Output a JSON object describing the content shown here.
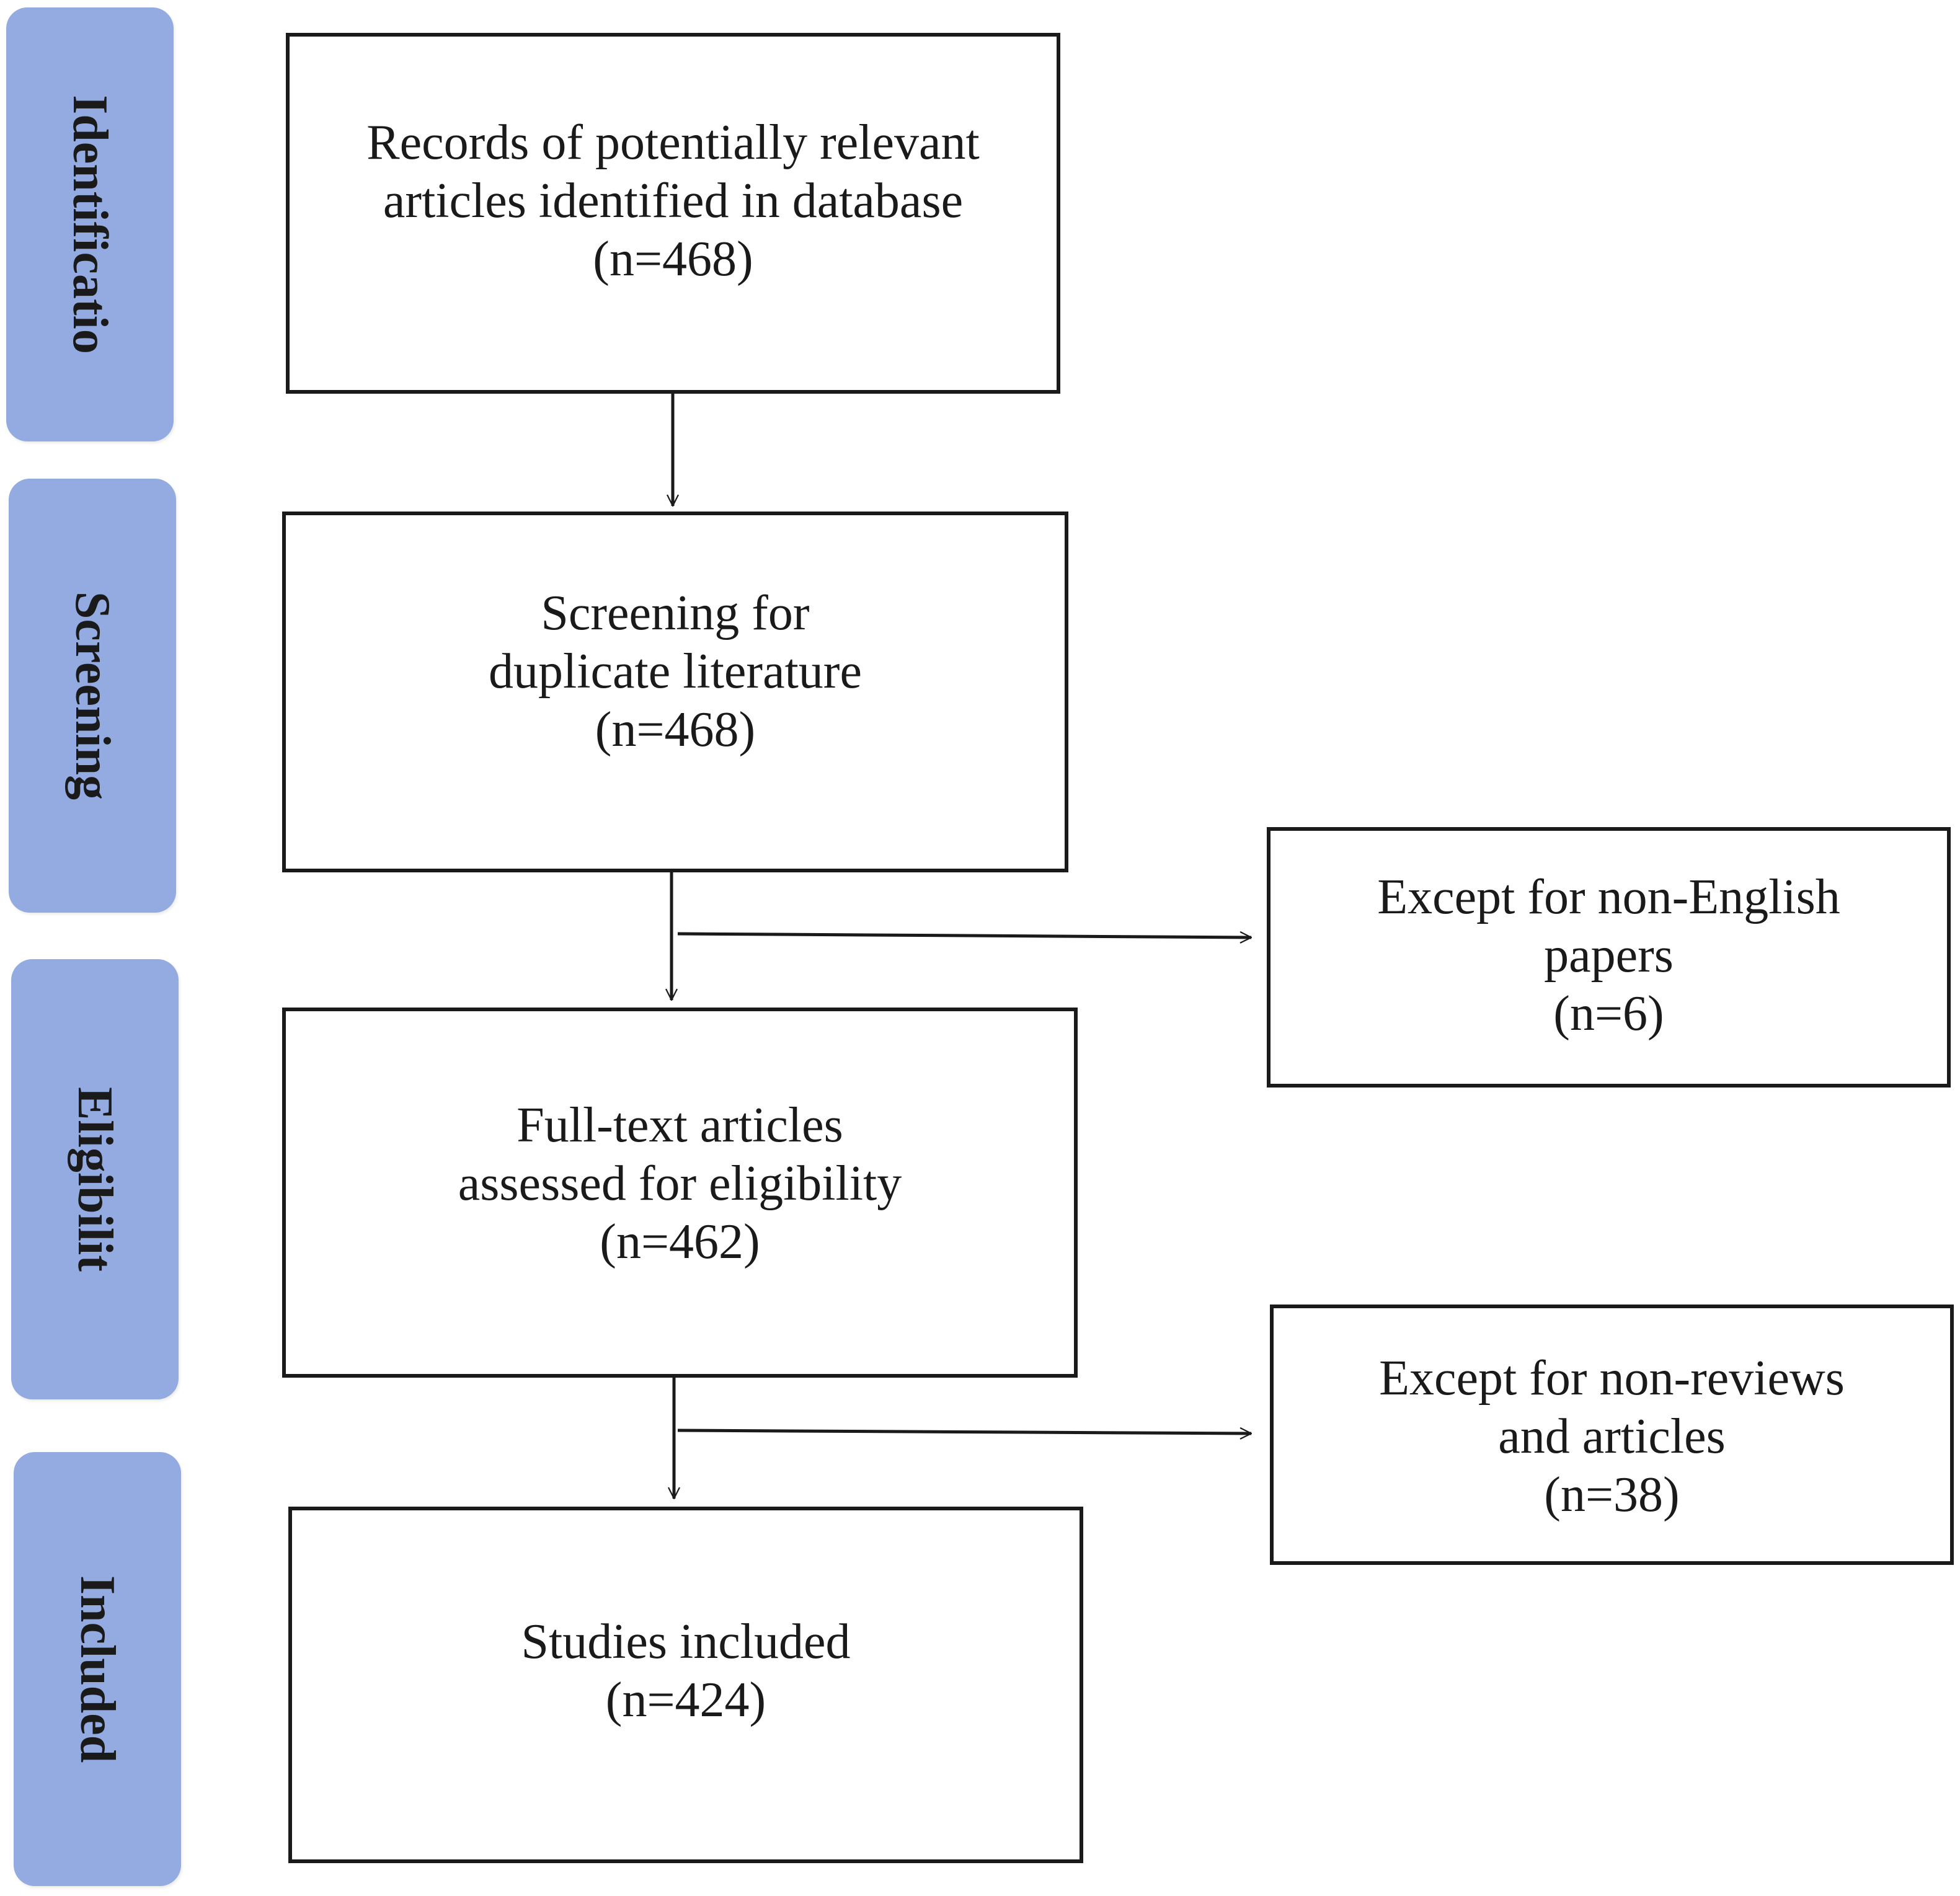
{
  "stages": [
    {
      "id": "identification",
      "label": "Identificatio"
    },
    {
      "id": "screening",
      "label": "Screening"
    },
    {
      "id": "eligibility",
      "label": "Eligibilit"
    },
    {
      "id": "included",
      "label": "Included"
    }
  ],
  "boxes": {
    "records": {
      "lines": [
        "Records of potentially relevant",
        "articles identified in database"
      ],
      "count": "(n=468)"
    },
    "screening": {
      "lines": [
        "Screening for",
        "duplicate literature"
      ],
      "count": "(n=468)"
    },
    "fulltext": {
      "lines": [
        "Full-text articles",
        "assessed for eligibility"
      ],
      "count": "(n=462)"
    },
    "included": {
      "lines": [
        "Studies included"
      ],
      "count": "(n=424)"
    },
    "excluded_language": {
      "lines": [
        "Except for non-English",
        "papers"
      ],
      "count": "(n=6)"
    },
    "excluded_type": {
      "lines": [
        "Except for non-reviews",
        "and articles"
      ],
      "count": "(n=38)"
    }
  },
  "colors": {
    "stage_fill": "#93abe0",
    "box_border": "#1a1a1a",
    "arrow": "#1a1a1a"
  }
}
